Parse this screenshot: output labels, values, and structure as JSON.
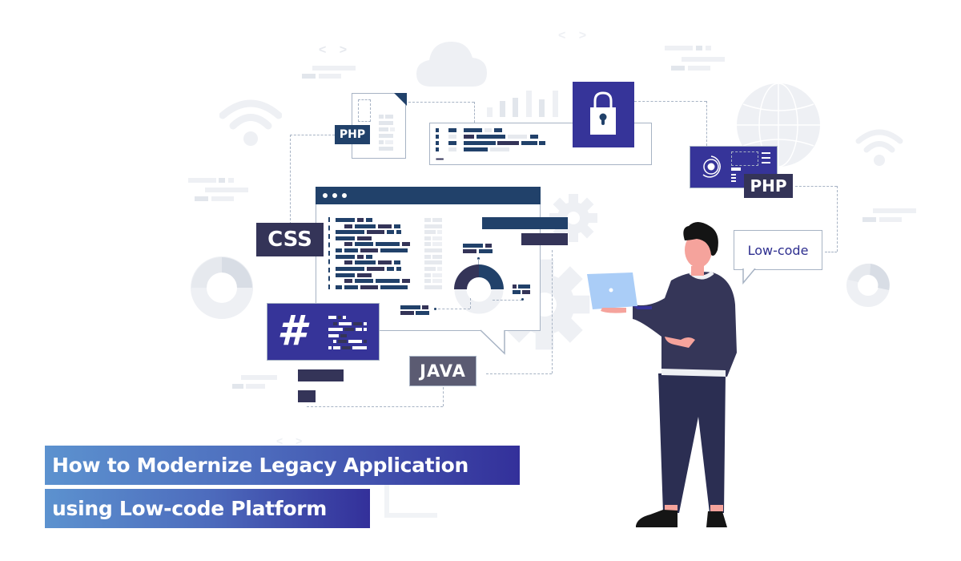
{
  "banner": {
    "title_line_1": "How to Modernize Legacy Application",
    "title_line_2": "using Low-code Platform"
  },
  "illustration": {
    "tags": {
      "php_file": "PHP",
      "php_card": "PHP",
      "css": "CSS",
      "java": "JAVA",
      "hash": "#"
    },
    "speech_bubble": "Low-code",
    "code_symbols": [
      "< >",
      "< >",
      "< >"
    ],
    "icons": [
      "wifi-icon",
      "cloud-icon",
      "globe-icon",
      "lock-icon",
      "gear-icon",
      "donut-chart-icon",
      "bar-chart-icon",
      "document-icon",
      "laptop-icon"
    ]
  },
  "colors": {
    "navy": "#21416a",
    "ink": "#343458",
    "indigo": "#363499",
    "java_gray": "#5b5b72",
    "faint": "#eef0f4",
    "outline": "#a7b3c4",
    "speech_text": "#2d2e8f",
    "gradient_start": "#5c92cf",
    "gradient_end": "#33309a"
  }
}
